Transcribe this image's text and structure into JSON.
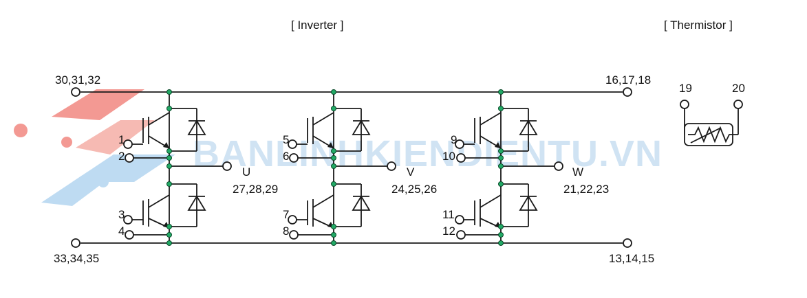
{
  "titles": {
    "inverter": "[ Inverter ]",
    "thermistor": "[ Thermistor ]"
  },
  "watermark": {
    "text": "BANLINHKIENDIENTU.VN",
    "color": "#c8dff2",
    "logo_color": "#f07870"
  },
  "bus_labels": {
    "top_left": "30,31,32",
    "top_right": "16,17,18",
    "bottom_left": "33,34,35",
    "bottom_right": "13,14,15"
  },
  "phases": [
    {
      "name": "U",
      "pins": "27,28,29",
      "upper_gate": "1",
      "upper_emitter": "2",
      "lower_gate": "3",
      "lower_emitter": "4"
    },
    {
      "name": "V",
      "pins": "24,25,26",
      "upper_gate": "5",
      "upper_emitter": "6",
      "lower_gate": "7",
      "lower_emitter": "8"
    },
    {
      "name": "W",
      "pins": "21,22,23",
      "upper_gate": "9",
      "upper_emitter": "10",
      "lower_gate": "11",
      "lower_emitter": "12"
    }
  ],
  "thermistor": {
    "pin_left": "19",
    "pin_right": "20"
  },
  "colors": {
    "node": "#22aa66",
    "wire": "#1a1a1a"
  }
}
